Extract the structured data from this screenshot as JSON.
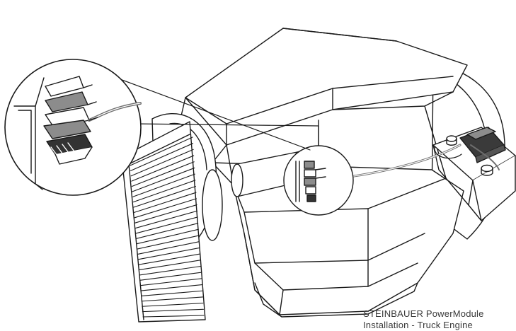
{
  "diagram": {
    "caption_line1": "STEINBAUER PowerModule",
    "caption_line2": "Installation - Truck Engine"
  },
  "colors": {
    "line": "#1a1a1a",
    "cable": "#6e6e6e",
    "connector": "#8c8c8c",
    "connector_dark": "#333333",
    "background": "#ffffff"
  },
  "icons": [
    "engine-drawing",
    "radiator-drawing",
    "battery-drawing",
    "wiring-harness",
    "magnifier-detail"
  ]
}
